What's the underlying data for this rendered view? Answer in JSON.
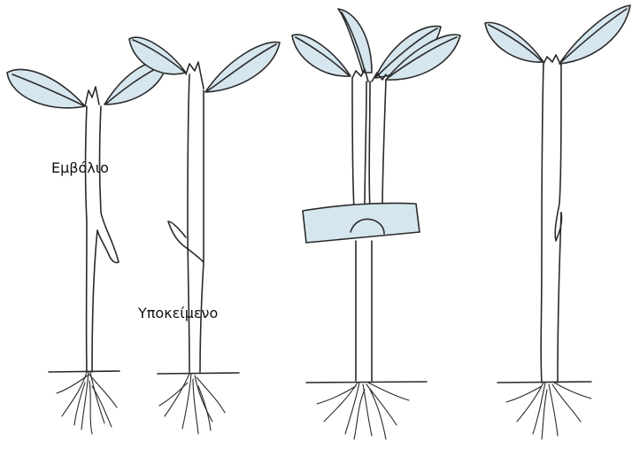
{
  "labels": {
    "scion": "Εμβόλιο",
    "rootstock": "Υποκείμενο"
  },
  "colors": {
    "leaf_fill": "#d6e6ef",
    "outline": "#2a2a2a",
    "background": "#ffffff"
  },
  "stages": 4
}
